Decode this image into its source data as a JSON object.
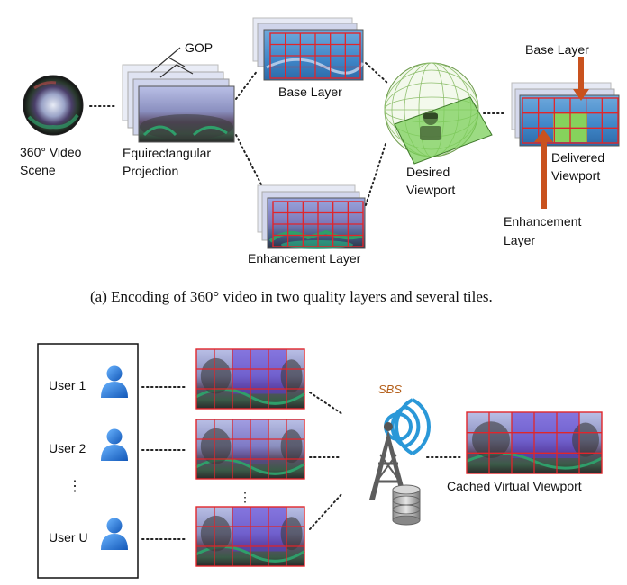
{
  "figure_a": {
    "scene_label": [
      "360° Video",
      "Scene"
    ],
    "gop_label": "GOP",
    "projection_label": [
      "Equirectangular",
      "Projection"
    ],
    "base_layer_label": "Base Layer",
    "enhancement_layer_label": "Enhancement Layer",
    "viewport_label": [
      "Desired",
      "Viewport"
    ],
    "delivered_base_label": "Base Layer",
    "delivered_label": [
      "Delivered",
      "Viewport"
    ],
    "delivered_enh_label": [
      "Enhancement",
      "Layer"
    ],
    "caption": "(a) Encoding of 360° video in two quality layers and several tiles."
  },
  "figure_b": {
    "users": [
      "User 1",
      "User 2",
      "User U"
    ],
    "vertical_ellipsis": "⋮",
    "sbs_label": "SBS",
    "cached_label": "Cached Virtual Viewport"
  },
  "colors": {
    "tile_grid": "#e0262b",
    "arrow": "#c9521e",
    "sbs_text": "#b45f1a",
    "user_icon": "#1f6fd1",
    "signal": "#2a98d8",
    "viewport_plane": "#7bcf5a",
    "base_blue": "#2f7fc4",
    "highlight_green": "#86d25c"
  }
}
